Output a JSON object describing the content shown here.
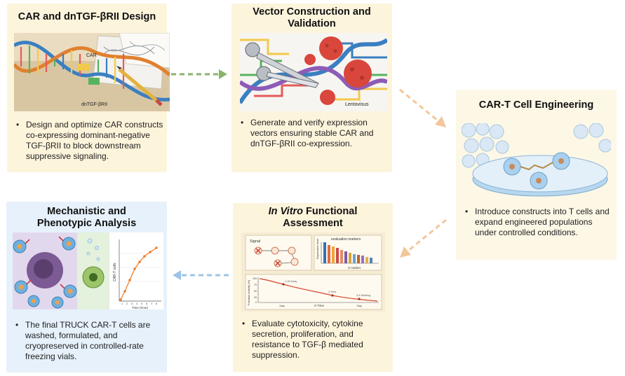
{
  "steps": [
    {
      "title": "CAR and dnTGF-βRII Design",
      "bullet": "Design and optimize CAR constructs co-expressing dominant-negative TGF-βRII to block downstream suppressive signaling.",
      "image_labels": {
        "car": "CAR",
        "dntgf": "dnTGF-βRII"
      }
    },
    {
      "title": "Vector Construction and Validation",
      "bullet": "Generate and verify expression vectors ensuring stable CAR and dnTGF-βRII co-expression.",
      "image_labels": {
        "lentovirus": "Lentovisus"
      }
    },
    {
      "title": "CAR-T Cell Engineering",
      "bullet": "Introduce constructs into T cells and expand engineered populations under controlled conditions."
    },
    {
      "title_italic": "In Vitro",
      "title_rest": " Functional Assessment",
      "bullet": "Evaluate cytotoxicity, cytokine secretion, proliferation, and resistance to TGF-β mediated suppression.",
      "image_labels": {
        "signal": "Signal",
        "markers_title": "evaluation markers",
        "markers_ylabel": "Expression level",
        "markers_xlabel": "X marker",
        "line_ylabel": "Function Activity (%)",
        "line_xlabel": "X Time",
        "annot1": "1.15 Array",
        "annot2": "4 Time",
        "annot3": "3.4 Working",
        "x_ticks": [
          "1day",
          "",
          "7day"
        ],
        "y_ticks": [
          "100",
          "75",
          "50",
          "25",
          "0"
        ]
      }
    },
    {
      "title": "Mechanistic and Phenotypic Analysis",
      "bullet": "The final TRUCK CAR-T cells are washed, formulated, and cryopreserved in controlled-rate freezing vials.",
      "image_labels": {
        "ylabel": "CAR-T cells",
        "xlabel": "Time (hour)",
        "x_ticks": [
          "1",
          "2",
          "3",
          "4",
          "5",
          "6",
          "7",
          "8"
        ]
      }
    }
  ],
  "colors": {
    "card_yellow": "#fdf4dc",
    "card_blue": "#e6f1fb",
    "arrow_green": "#8ab36b",
    "arrow_orange": "#f3c79a",
    "arrow_blue": "#9dc4e6"
  }
}
